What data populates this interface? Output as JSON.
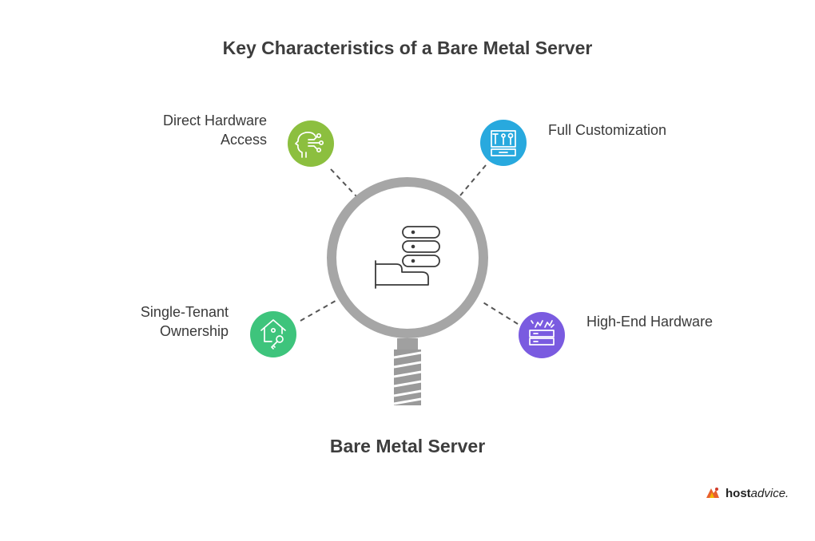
{
  "title": "Key Characteristics of a Bare Metal Server",
  "center": {
    "label": "Bare Metal Server",
    "icon": "server-hand-icon"
  },
  "features": [
    {
      "label_lines": [
        "Direct Hardware",
        "Access"
      ],
      "icon": "brain-circuit-icon",
      "color": "#8cbf3f"
    },
    {
      "label_lines": [
        "Full Customization"
      ],
      "icon": "tools-panel-icon",
      "color": "#28a9de"
    },
    {
      "label_lines": [
        "Single-Tenant",
        "Ownership"
      ],
      "icon": "house-key-icon",
      "color": "#3ec47c"
    },
    {
      "label_lines": [
        "High-End Hardware"
      ],
      "icon": "server-sparks-icon",
      "color": "#7a5be0"
    }
  ],
  "brand": {
    "host": "host",
    "advice": "advice."
  },
  "colors": {
    "ring": "#a6a6a6",
    "handle": "#9e9e9e",
    "dashed_line": "#555555",
    "text": "#3a3a3a"
  }
}
